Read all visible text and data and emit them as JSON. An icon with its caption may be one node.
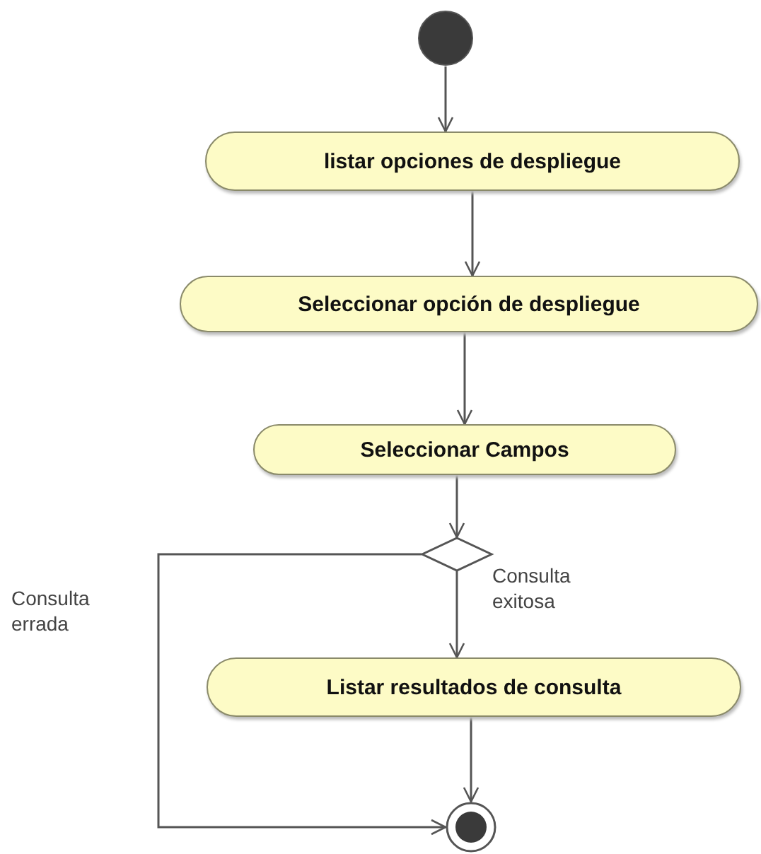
{
  "diagram": {
    "nodes": [
      {
        "text": [],
        "shape": "circle"
      },
      {
        "text": [
          "listar  opciones de despliegue"
        ]
      },
      {
        "text": [
          "Seleccionar  opción de despliegue"
        ]
      },
      {
        "text": [
          "Seleccionar  Campos"
        ]
      },
      {
        "text": [],
        "shape": "diamond"
      },
      {
        "text": [
          "Listar  resultados de consulta"
        ]
      },
      {
        "text": [],
        "shape": "bullseye"
      }
    ],
    "edges": [
      {
        "from": 0,
        "to": 1,
        "arrow": "to"
      },
      {
        "from": 1,
        "to": 2,
        "arrow": "to"
      },
      {
        "from": 2,
        "to": 3,
        "arrow": "to"
      },
      {
        "from": 3,
        "to": 4,
        "arrow": "to"
      },
      {
        "from": 4,
        "to": 5,
        "arrow": "to",
        "label": "Consulta exitosa"
      },
      {
        "from": 4,
        "to": 6,
        "arrow": "to",
        "label": "Consulta errada"
      },
      {
        "from": 5,
        "to": 6,
        "arrow": "to"
      }
    ]
  }
}
